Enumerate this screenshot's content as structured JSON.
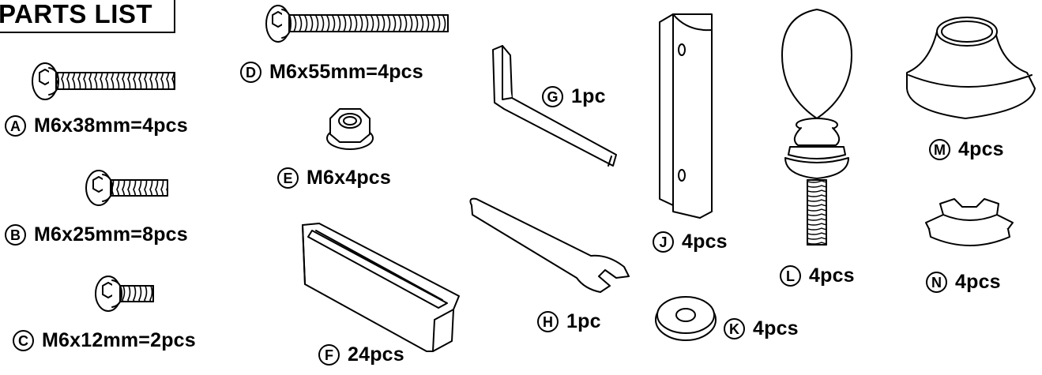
{
  "title": "PARTS LIST",
  "parts": [
    {
      "letter": "A",
      "text": "M6x38mm=4pcs"
    },
    {
      "letter": "B",
      "text": "M6x25mm=8pcs"
    },
    {
      "letter": "C",
      "text": "M6x12mm=2pcs"
    },
    {
      "letter": "D",
      "text": "M6x55mm=4pcs"
    },
    {
      "letter": "E",
      "text": "M6x4pcs"
    },
    {
      "letter": "F",
      "text": "24pcs"
    },
    {
      "letter": "G",
      "text": "1pc"
    },
    {
      "letter": "H",
      "text": "1pc"
    },
    {
      "letter": "J",
      "text": "4pcs"
    },
    {
      "letter": "K",
      "text": "4pcs"
    },
    {
      "letter": "L",
      "text": "4pcs"
    },
    {
      "letter": "M",
      "text": "4pcs"
    },
    {
      "letter": "N",
      "text": "4pcs"
    }
  ]
}
